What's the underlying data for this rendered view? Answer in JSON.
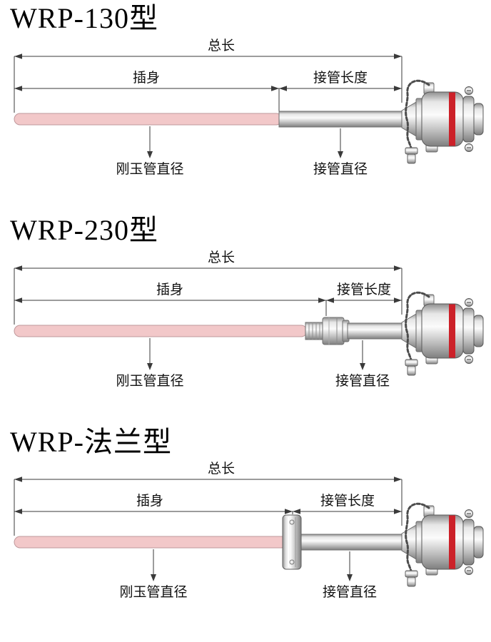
{
  "colors": {
    "tube_pink": "#f2c8c9",
    "tube_pink_border": "#bf989b",
    "red_band": "#cc2129",
    "dim_line": "#3a3a3a"
  },
  "sections": [
    {
      "title": "WRP-130型",
      "dim_total": "总长",
      "dim_insert": "插身",
      "dim_tube_len": "接管长度",
      "label_corundum": "刚玉管直径",
      "label_tube_dia": "接管直径"
    },
    {
      "title": "WRP-230型",
      "dim_total": "总长",
      "dim_insert": "插身",
      "dim_tube_len": "接管长度",
      "label_corundum": "刚玉管直径",
      "label_tube_dia": "接管直径"
    },
    {
      "title": "WRP-法兰型",
      "dim_total": "总长",
      "dim_insert": "插身",
      "dim_tube_len": "接管长度",
      "label_corundum": "刚玉管直径",
      "label_tube_dia": "接管直径"
    }
  ]
}
